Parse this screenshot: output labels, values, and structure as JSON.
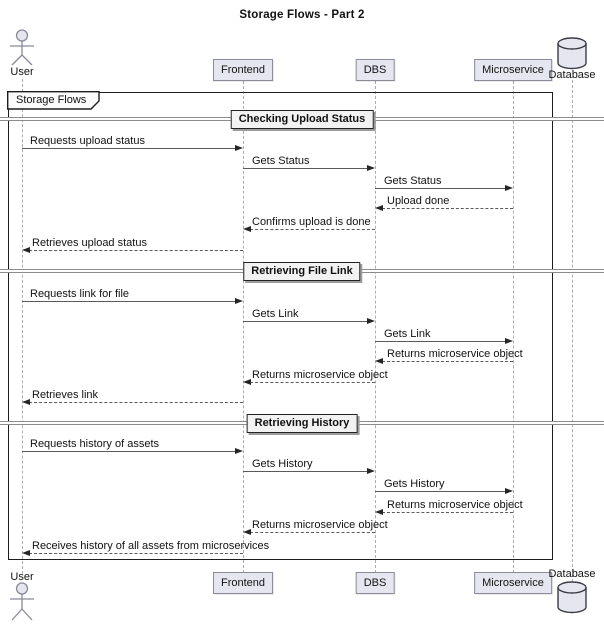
{
  "title": "Storage Flows - Part 2",
  "frame_label": "Storage Flows",
  "participants": [
    {
      "name": "User",
      "type": "actor"
    },
    {
      "name": "Frontend",
      "type": "participant"
    },
    {
      "name": "DBS",
      "type": "participant"
    },
    {
      "name": "Microservice",
      "type": "participant"
    },
    {
      "name": "Database",
      "type": "database"
    }
  ],
  "sections": [
    {
      "label": "Checking Upload Status",
      "messages": [
        {
          "from": "User",
          "to": "Frontend",
          "label": "Requests upload status",
          "style": "solid"
        },
        {
          "from": "Frontend",
          "to": "DBS",
          "label": "Gets Status",
          "style": "solid"
        },
        {
          "from": "DBS",
          "to": "Microservice",
          "label": "Gets Status",
          "style": "solid"
        },
        {
          "from": "Microservice",
          "to": "DBS",
          "label": "Upload done",
          "style": "dashed"
        },
        {
          "from": "DBS",
          "to": "Frontend",
          "label": "Confirms upload is done",
          "style": "dashed"
        },
        {
          "from": "Frontend",
          "to": "User",
          "label": "Retrieves upload status",
          "style": "dashed"
        }
      ]
    },
    {
      "label": "Retrieving File Link",
      "messages": [
        {
          "from": "User",
          "to": "Frontend",
          "label": "Requests link for file",
          "style": "solid"
        },
        {
          "from": "Frontend",
          "to": "DBS",
          "label": "Gets Link",
          "style": "solid"
        },
        {
          "from": "DBS",
          "to": "Microservice",
          "label": "Gets Link",
          "style": "solid"
        },
        {
          "from": "Microservice",
          "to": "DBS",
          "label": "Returns microservice object",
          "style": "dashed"
        },
        {
          "from": "DBS",
          "to": "Frontend",
          "label": "Returns microservice object",
          "style": "dashed"
        },
        {
          "from": "Frontend",
          "to": "User",
          "label": "Retrieves link",
          "style": "dashed"
        }
      ]
    },
    {
      "label": "Retrieving History",
      "messages": [
        {
          "from": "User",
          "to": "Frontend",
          "label": "Requests history of assets",
          "style": "solid"
        },
        {
          "from": "Frontend",
          "to": "DBS",
          "label": "Gets History",
          "style": "solid"
        },
        {
          "from": "DBS",
          "to": "Microservice",
          "label": "Gets History",
          "style": "solid"
        },
        {
          "from": "Microservice",
          "to": "DBS",
          "label": "Returns microservice object",
          "style": "dashed"
        },
        {
          "from": "DBS",
          "to": "Frontend",
          "label": "Returns microservice object",
          "style": "dashed"
        },
        {
          "from": "Frontend",
          "to": "User",
          "label": "Receives history of all assets from microservices",
          "style": "dashed"
        }
      ]
    }
  ],
  "colors": {
    "participant_fill": "#e6e6f0",
    "participant_border": "#8a8a99",
    "frame_border": "#1d1d1d",
    "message_line": "#5a5a5a",
    "lifeline": "#adadad",
    "divider_line": "#8c8c8c"
  }
}
